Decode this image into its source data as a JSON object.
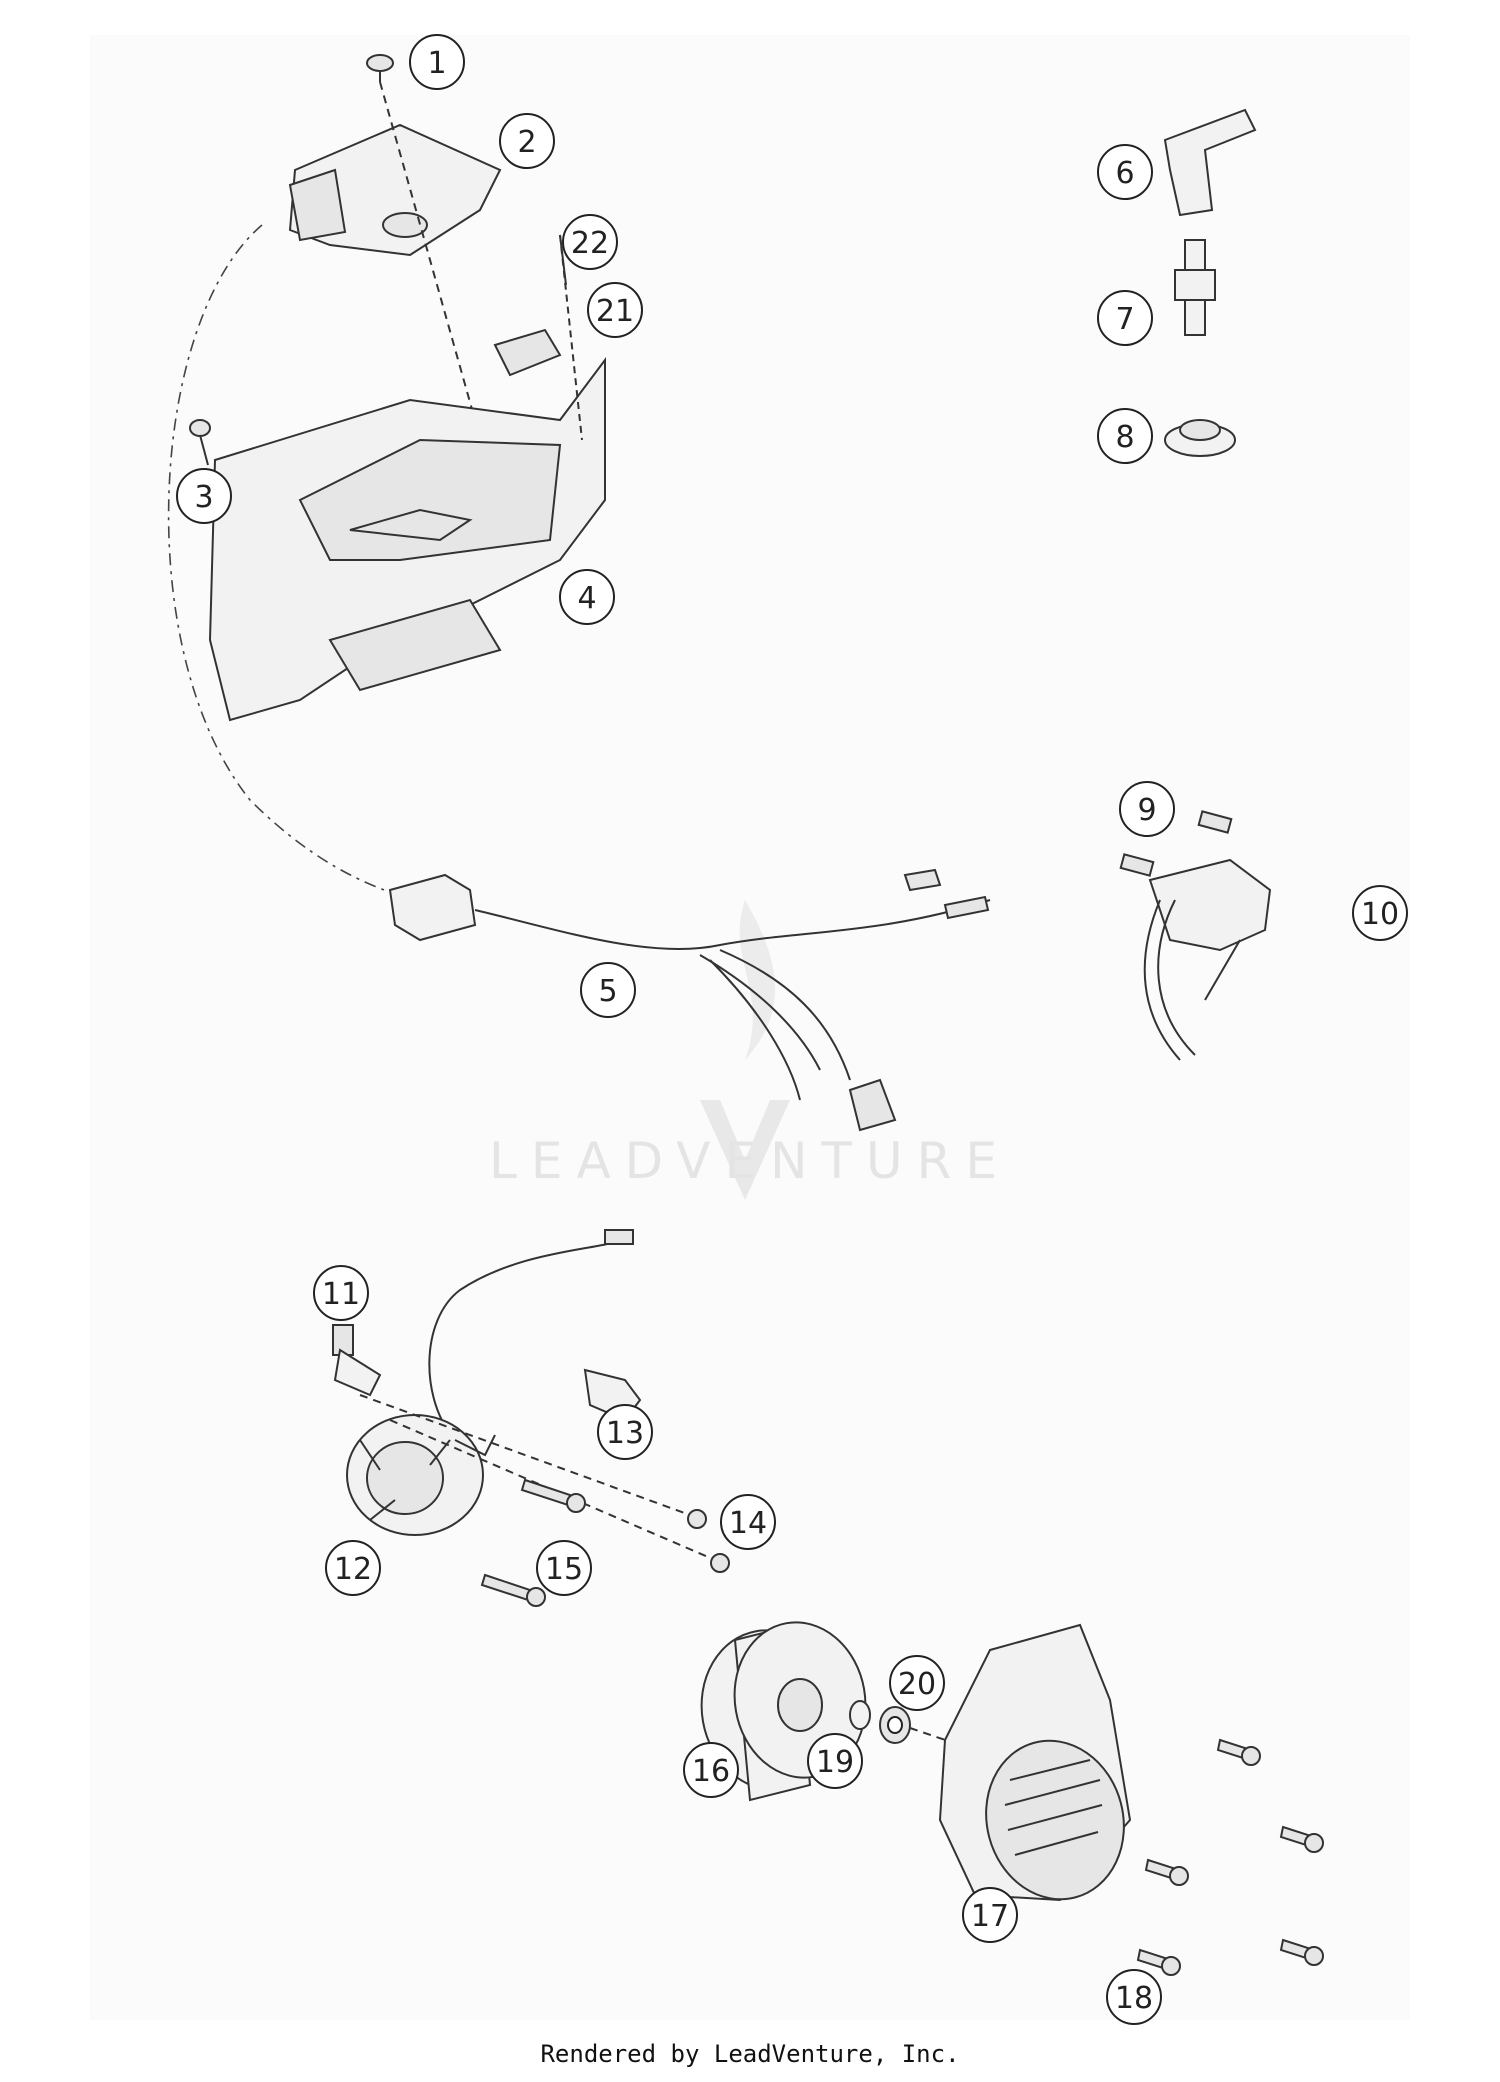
{
  "diagram": {
    "callouts": [
      "1",
      "2",
      "3",
      "4",
      "5",
      "6",
      "7",
      "8",
      "9",
      "10",
      "11",
      "12",
      "13",
      "14",
      "15",
      "16",
      "17",
      "18",
      "19",
      "20",
      "21",
      "22"
    ]
  },
  "watermark": {
    "text": "LEADVENTURE"
  },
  "footer": {
    "text": "Rendered by LeadVenture, Inc."
  }
}
